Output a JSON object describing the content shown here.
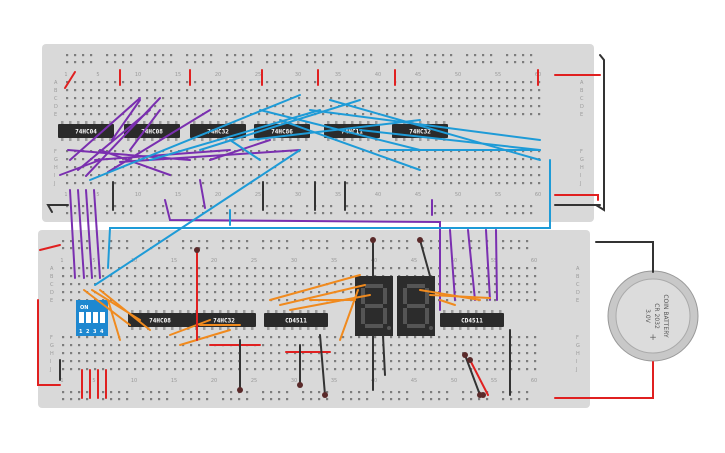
{
  "colors": {
    "board": "#d9d9d9",
    "chip": "#2b2b2b",
    "wire_purple": "#7a2fb0",
    "wire_blue": "#1e9bd7",
    "wire_orange": "#f08a1e",
    "wire_red": "#e02020",
    "wire_black": "#333333",
    "dip_switch": "#1e88d0",
    "segment_display": "#2c2c2c",
    "segment_lit": "#555555",
    "battery": "#c8c8c8"
  },
  "top_board": {
    "column_numbers": [
      "1",
      "5",
      "10",
      "15",
      "20",
      "25",
      "30",
      "35",
      "40",
      "45",
      "50",
      "55",
      "60"
    ],
    "row_letters_top": [
      "A",
      "B",
      "C",
      "D",
      "E"
    ],
    "row_letters_bottom": [
      "F",
      "G",
      "H",
      "I",
      "J"
    ],
    "chips": [
      {
        "label": "74HC04"
      },
      {
        "label": "74HC08"
      },
      {
        "label": "74HC32"
      },
      {
        "label": "74HC86"
      },
      {
        "label": "74HC11"
      },
      {
        "label": "74HC32"
      }
    ]
  },
  "bottom_board": {
    "column_numbers": [
      "1",
      "5",
      "10",
      "15",
      "20",
      "25",
      "30",
      "35",
      "40",
      "45",
      "50",
      "55",
      "60"
    ],
    "row_letters_top": [
      "A",
      "B",
      "C",
      "D",
      "E"
    ],
    "row_letters_bottom": [
      "F",
      "G",
      "H",
      "I",
      "J"
    ],
    "chips": [
      {
        "label": "74HC08"
      },
      {
        "label": "74HC32"
      },
      {
        "label": "CD4511"
      },
      {
        "label": "CD4511"
      }
    ],
    "dip_switch": {
      "label": "ON",
      "numbers": [
        "1",
        "2",
        "3",
        "4"
      ]
    },
    "displays": [
      {
        "digit": "8."
      },
      {
        "digit": "8."
      }
    ]
  },
  "battery": {
    "lines": [
      "COIN BATTERY",
      "CR 2032",
      "3.0V"
    ]
  }
}
